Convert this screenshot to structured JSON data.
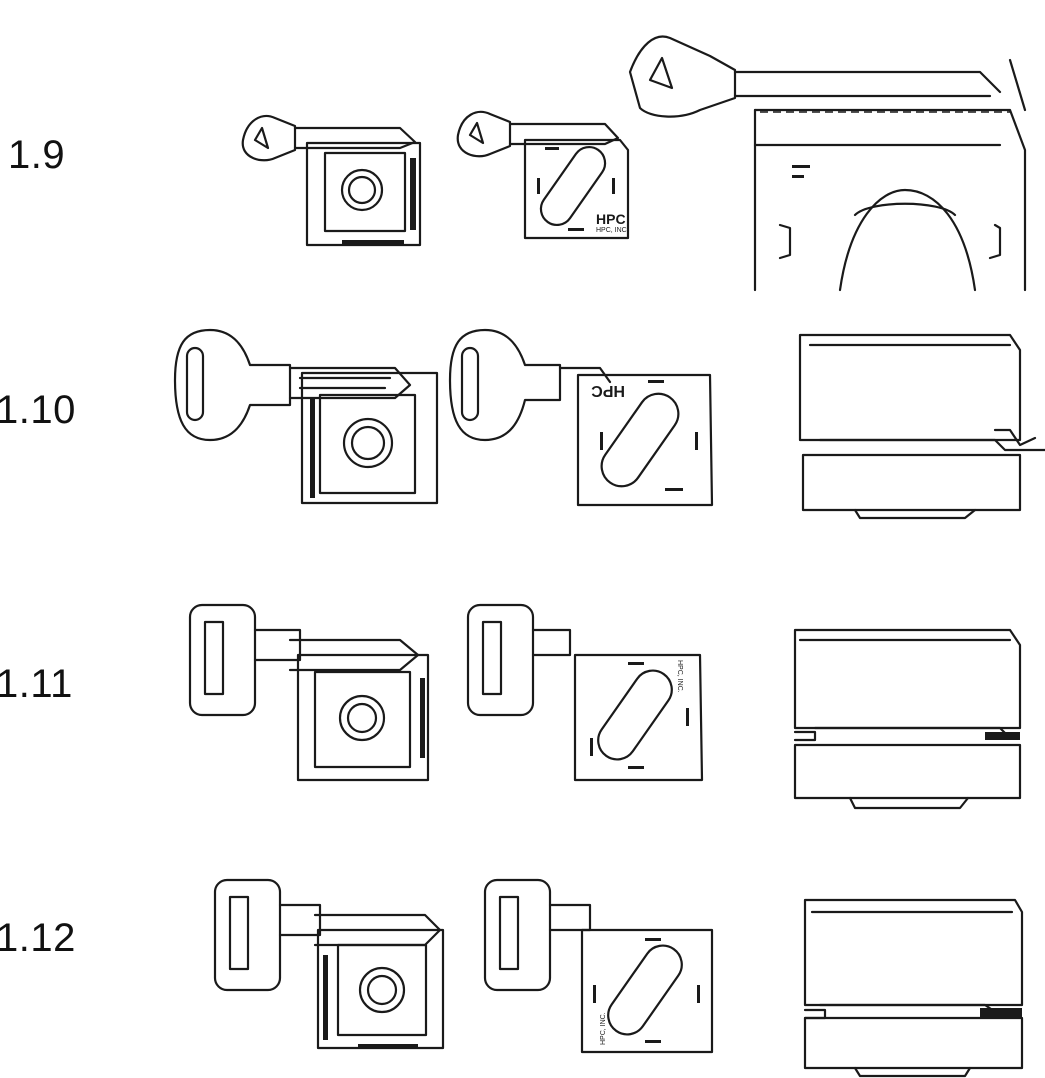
{
  "figures": [
    {
      "label": "1.9",
      "key_type": "angled-bow"
    },
    {
      "label": "1.10",
      "key_type": "oval-bow"
    },
    {
      "label": "1.11",
      "key_type": "rectangular-bow"
    },
    {
      "label": "1.12",
      "key_type": "rectangular-bow"
    }
  ],
  "brand": {
    "logo": "HPC",
    "name": "HPC, INC."
  },
  "colors": {
    "ink": "#1a1a1a",
    "paper": "#ffffff"
  }
}
